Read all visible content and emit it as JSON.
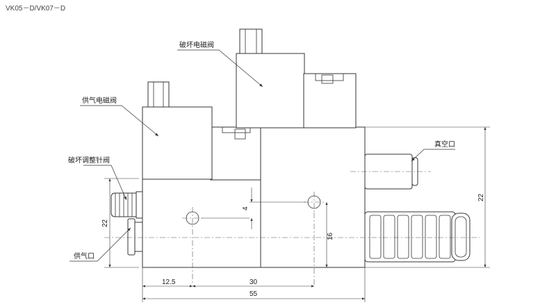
{
  "title": "VK05－D/VK07－D",
  "labels": {
    "break_solenoid": "破坏电磁阀",
    "supply_solenoid": "供气电磁阀",
    "break_needle_valve": "破坏调整针阀",
    "vacuum_port": "真空口",
    "supply_port": "供气口"
  },
  "dimensions": {
    "d_12_5": "12.5",
    "d_30": "30",
    "d_55": "55",
    "d_4": "4",
    "d_16": "16",
    "d_22_left": "22",
    "d_22_right": "22"
  },
  "colors": {
    "line": "#333333",
    "background": "#ffffff"
  }
}
